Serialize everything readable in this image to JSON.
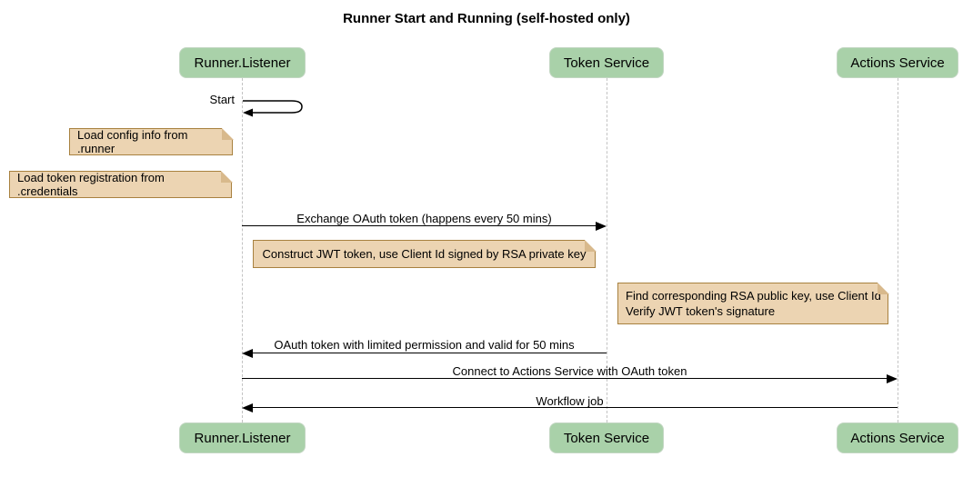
{
  "diagram_type": "sequence",
  "title": "Runner Start and Running (self-hosted only)",
  "participants": [
    {
      "id": "runner-listener",
      "label": "Runner.Listener"
    },
    {
      "id": "token-service",
      "label": "Token Service"
    },
    {
      "id": "actions-service",
      "label": "Actions Service"
    }
  ],
  "messages": [
    {
      "label": "Start",
      "from": "runner-listener",
      "to": "runner-listener",
      "type": "self"
    },
    {
      "label": "Exchange OAuth token (happens every 50 mins)",
      "from": "runner-listener",
      "to": "token-service",
      "type": "solid-arrow"
    },
    {
      "label": "OAuth token with limited permission and valid for 50 mins",
      "from": "token-service",
      "to": "runner-listener",
      "type": "solid-arrow"
    },
    {
      "label": "Connect to Actions Service with OAuth token",
      "from": "runner-listener",
      "to": "actions-service",
      "type": "solid-arrow"
    },
    {
      "label": "Workflow job",
      "from": "actions-service",
      "to": "runner-listener",
      "type": "solid-arrow"
    }
  ],
  "notes": [
    {
      "label": "Load config info from .runner",
      "position": "left of runner-listener"
    },
    {
      "label": "Load token registration from .credentials",
      "position": "left of runner-listener"
    },
    {
      "label": "Construct JWT token, use Client Id signed by RSA private key",
      "position": "between runner-listener and token-service"
    },
    {
      "lines": [
        "Find corresponding RSA public key, use Client Id",
        "Verify JWT token's signature"
      ],
      "position": "between token-service and actions-service"
    }
  ],
  "colors": {
    "participant_fill": "#a9d1a9",
    "participant_border": "#c2d6c2",
    "note_fill": "#ecd4b2",
    "note_border": "#a8813f",
    "note_fold": "#d8b98c",
    "lifeline": "#c3c3c3",
    "arrow": "#000000",
    "background": "#ffffff"
  }
}
